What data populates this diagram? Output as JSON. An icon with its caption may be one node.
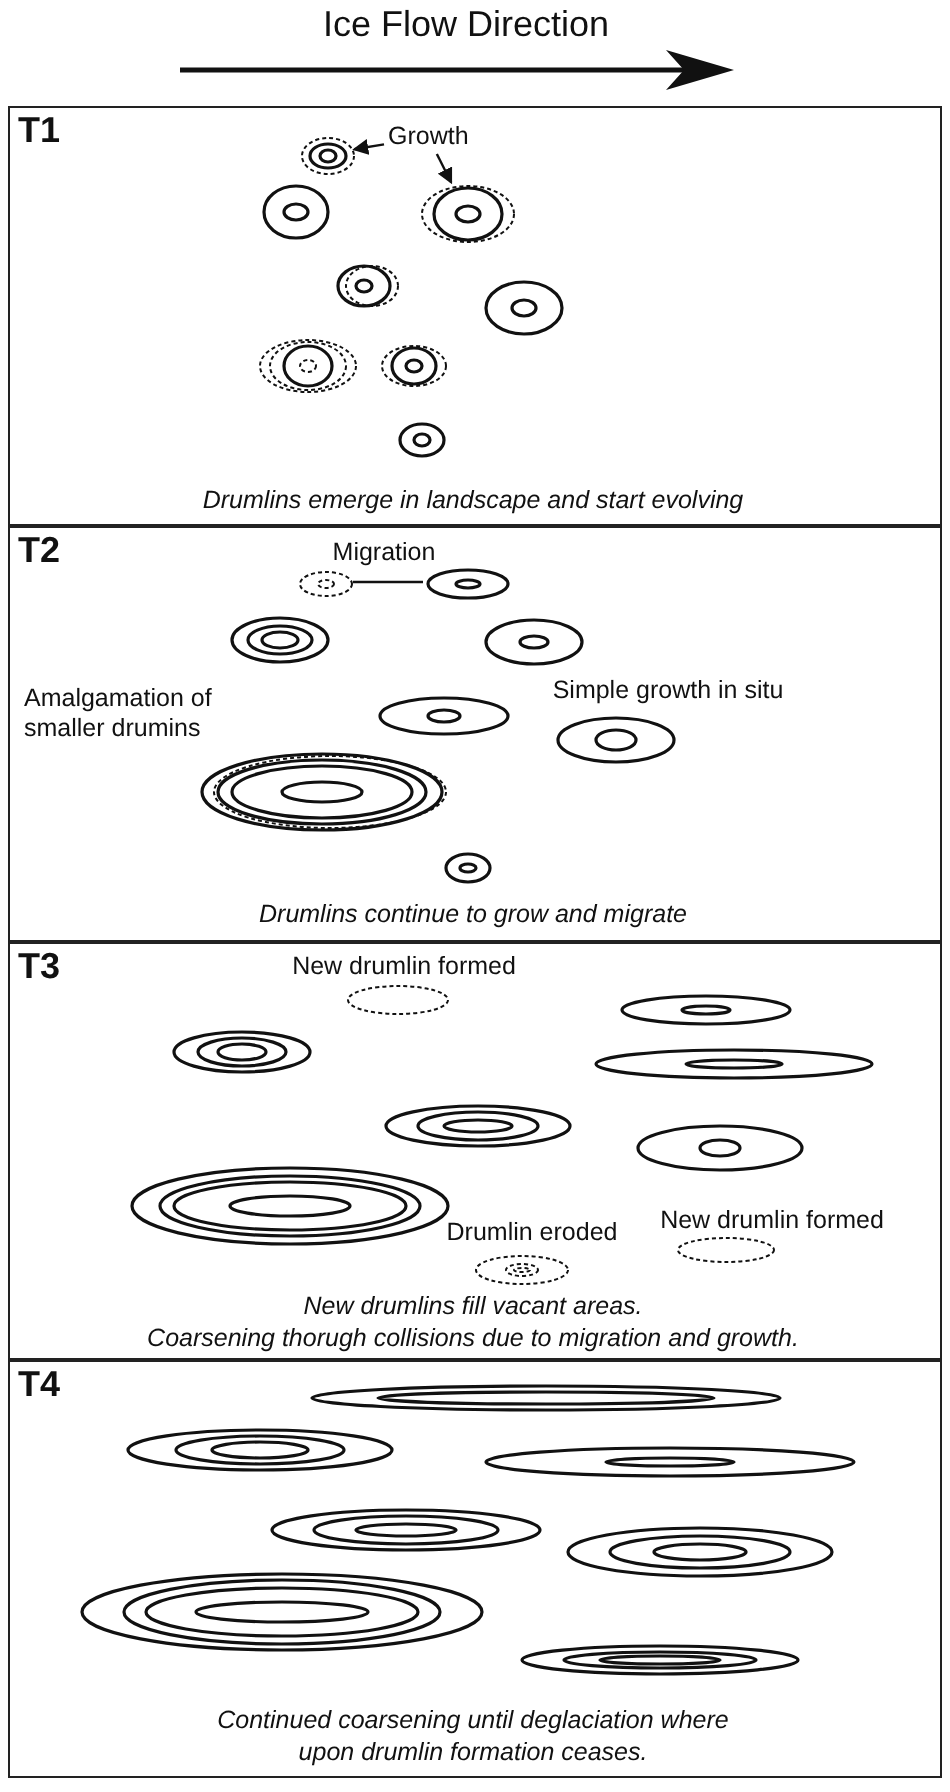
{
  "diagram": {
    "title": "Ice Flow Direction",
    "nodes": [
      {
        "text": [
          "T1",
          "Drumlins emerge in landscape and start evolving"
        ]
      },
      {
        "text": [
          "Growth"
        ],
        "in": 0
      },
      {
        "text": [],
        "shape": "ellipse",
        "in": 0
      },
      {
        "text": [],
        "shape": "ellipse",
        "in": 0
      },
      {
        "text": [
          "T2",
          "Drumlins continue to grow and migrate"
        ]
      },
      {
        "text": [],
        "shape": "ellipse",
        "in": 4
      },
      {
        "text": [],
        "shape": "ellipse",
        "in": 4
      },
      {
        "text": [
          "T3",
          "New drumlins fill vacant areas. Coarsening thorugh collisions due to migration and growth."
        ]
      },
      {
        "text": [
          "T4",
          "Continued coarsening until deglaciation where upon drumlin formation ceases."
        ]
      }
    ],
    "edges": [
      {
        "from": 1,
        "to": 2,
        "arrow": "to"
      },
      {
        "from": 1,
        "to": 3,
        "arrow": "to"
      },
      {
        "from": 5,
        "to": 6,
        "arrow": "none",
        "label": "Migration"
      }
    ],
    "labels": [
      "Amalgamation of smaller drumins",
      "Simple growth in situ",
      "New drumlin formed",
      "Drumlin eroded",
      "New drumlin formed"
    ]
  }
}
